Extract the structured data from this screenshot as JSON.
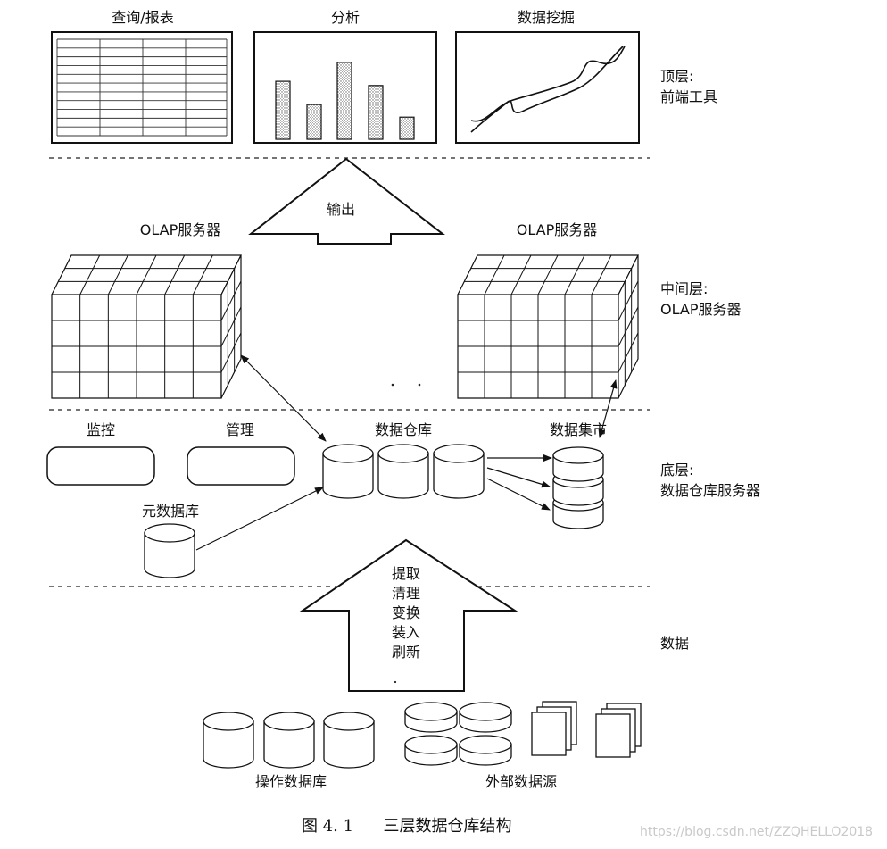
{
  "top_tools": {
    "query_report": "查询/报表",
    "analysis": "分析",
    "data_mining": "数据挖掘"
  },
  "layers": {
    "top": [
      "顶层:",
      "前端工具"
    ],
    "middle": [
      "中间层:",
      "OLAP服务器"
    ],
    "bottom": [
      "底层:",
      "数据仓库服务器"
    ],
    "data": "数据"
  },
  "olap": {
    "left": "OLAP服务器",
    "right": "OLAP服务器"
  },
  "output_arrow": "输出",
  "bottom_tier": {
    "monitor": "监控",
    "manage": "管理",
    "data_warehouse": "数据仓库",
    "data_mart": "数据集市",
    "metadata_repo": "元数据库"
  },
  "etl_steps": [
    "提取",
    "清理",
    "变换",
    "装入",
    "刷新"
  ],
  "sources": {
    "operational_db": "操作数据库",
    "external_sources": "外部数据源"
  },
  "caption": {
    "figure_no": "图 4. 1",
    "title": "三层数据仓库结构"
  },
  "watermark": "https://blog.csdn.net/ZZQHELLO2018",
  "analysis_bars": [
    0.55,
    0.33,
    0.73,
    0.51,
    0.21
  ]
}
